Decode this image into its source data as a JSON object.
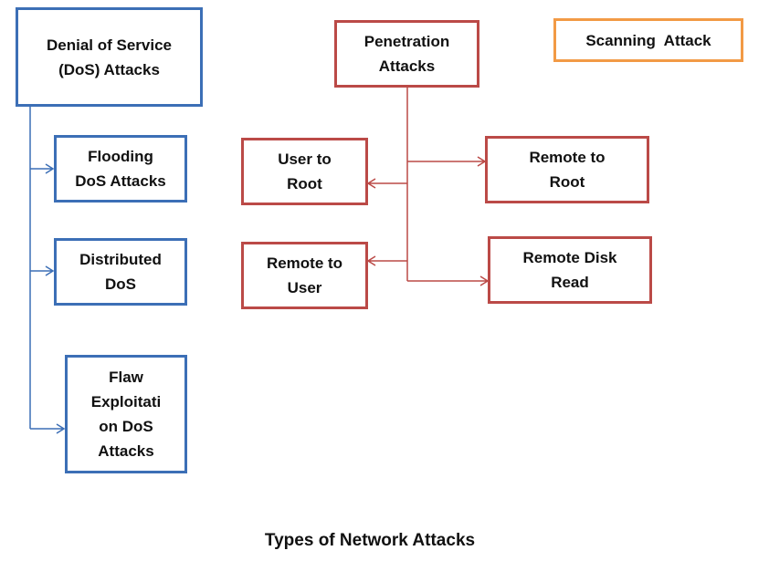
{
  "colors": {
    "dos_branch": "#3c6fb6",
    "penetration_branch": "#bb4a47",
    "scanning": "#f29a45"
  },
  "dos": {
    "title": "Denial of Service\n(DoS) Attacks",
    "children": [
      "Flooding\nDoS Attacks",
      "Distributed\nDoS",
      "Flaw\nExploitati\non DoS\nAttacks"
    ]
  },
  "penetration": {
    "title": "Penetration\nAttacks",
    "left_children": [
      "User to\nRoot",
      "Remote to\nUser"
    ],
    "right_children": [
      "Remote to\nRoot",
      "Remote Disk\nRead"
    ]
  },
  "scanning": {
    "title": "Scanning  Attack"
  },
  "caption": "Types of Network Attacks"
}
